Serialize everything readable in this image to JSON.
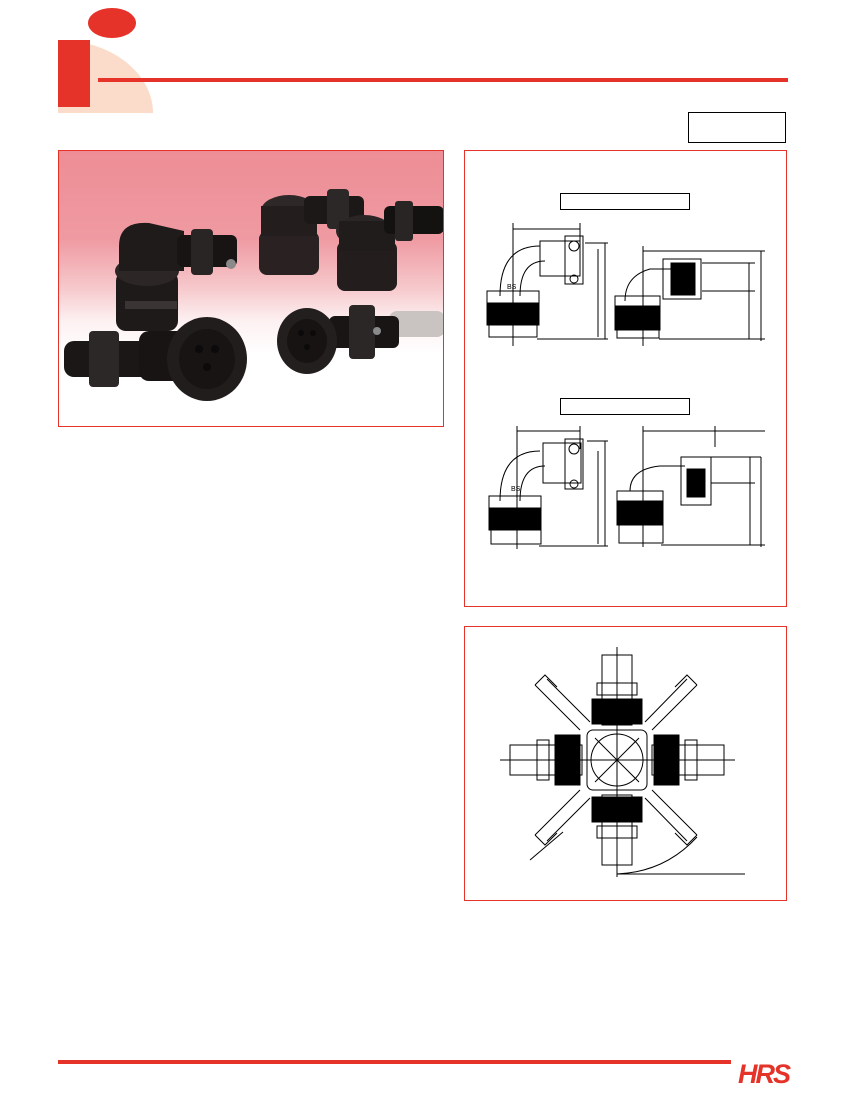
{
  "brand": {
    "logo_text": "HRS",
    "accent_color": "#e63329",
    "peach_color": "#fbdccb"
  },
  "photo": {
    "description_icon": "connector-photo-icon"
  },
  "dims_panel": {
    "label_top": "",
    "label_bottom": "",
    "silkscreen_top": "BS",
    "silkscreen_bottom": "BS"
  },
  "cable_panel": {
    "icon": "cable-direction-diagram-icon"
  }
}
